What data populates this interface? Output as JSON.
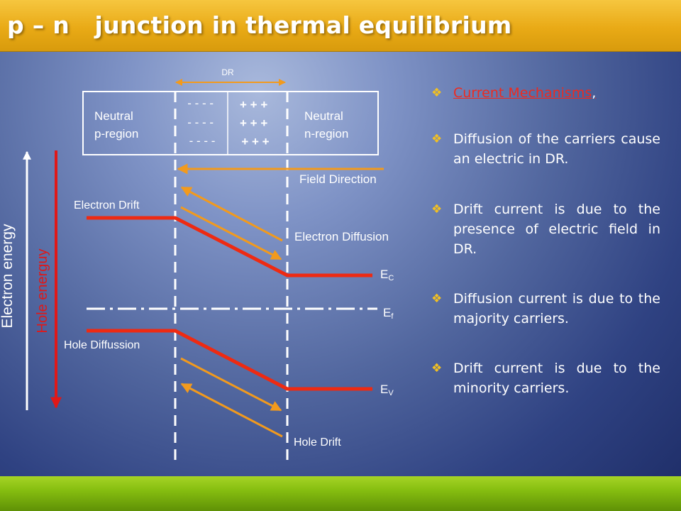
{
  "title": "p – n   junction in thermal equilibrium",
  "diagram": {
    "dr_label": "DR",
    "neutral_p": [
      "Neutral",
      "p-region"
    ],
    "neutral_n": [
      "Neutral",
      "n-region"
    ],
    "neg_charges": [
      "- - - -",
      "- - - -",
      "- - - -"
    ],
    "pos_charges": [
      "+ + +",
      "+ + +",
      "+ + +"
    ],
    "field_direction": "Field Direction",
    "electron_drift": "Electron Drift",
    "electron_diffusion": "Electron Diffusion",
    "hole_diffusion": "Hole Diffussion",
    "hole_drift": "Hole Drift",
    "ec": {
      "main": "E",
      "sub": "C"
    },
    "ef": {
      "main": "E",
      "sub": "f"
    },
    "ev": {
      "main": "E",
      "sub": "V"
    },
    "electron_energy": "Electron energy",
    "hole_energy": "Hole energuy",
    "colors": {
      "band": "#ee2a12",
      "arrow": "#f29a1d",
      "axis_hole": "#e01818",
      "axis_electron": "#ffffff"
    }
  },
  "bullets": [
    {
      "text": "Current Mechanisms",
      "trail": ","
    },
    {
      "text": "Diffusion of the carriers cause an electric in DR."
    },
    {
      "text": "Drift current is due to the presence of electric field in DR."
    },
    {
      "text": "Diffusion current is due to the majority carriers."
    },
    {
      "text": "Drift current is due to the minority carriers."
    }
  ]
}
